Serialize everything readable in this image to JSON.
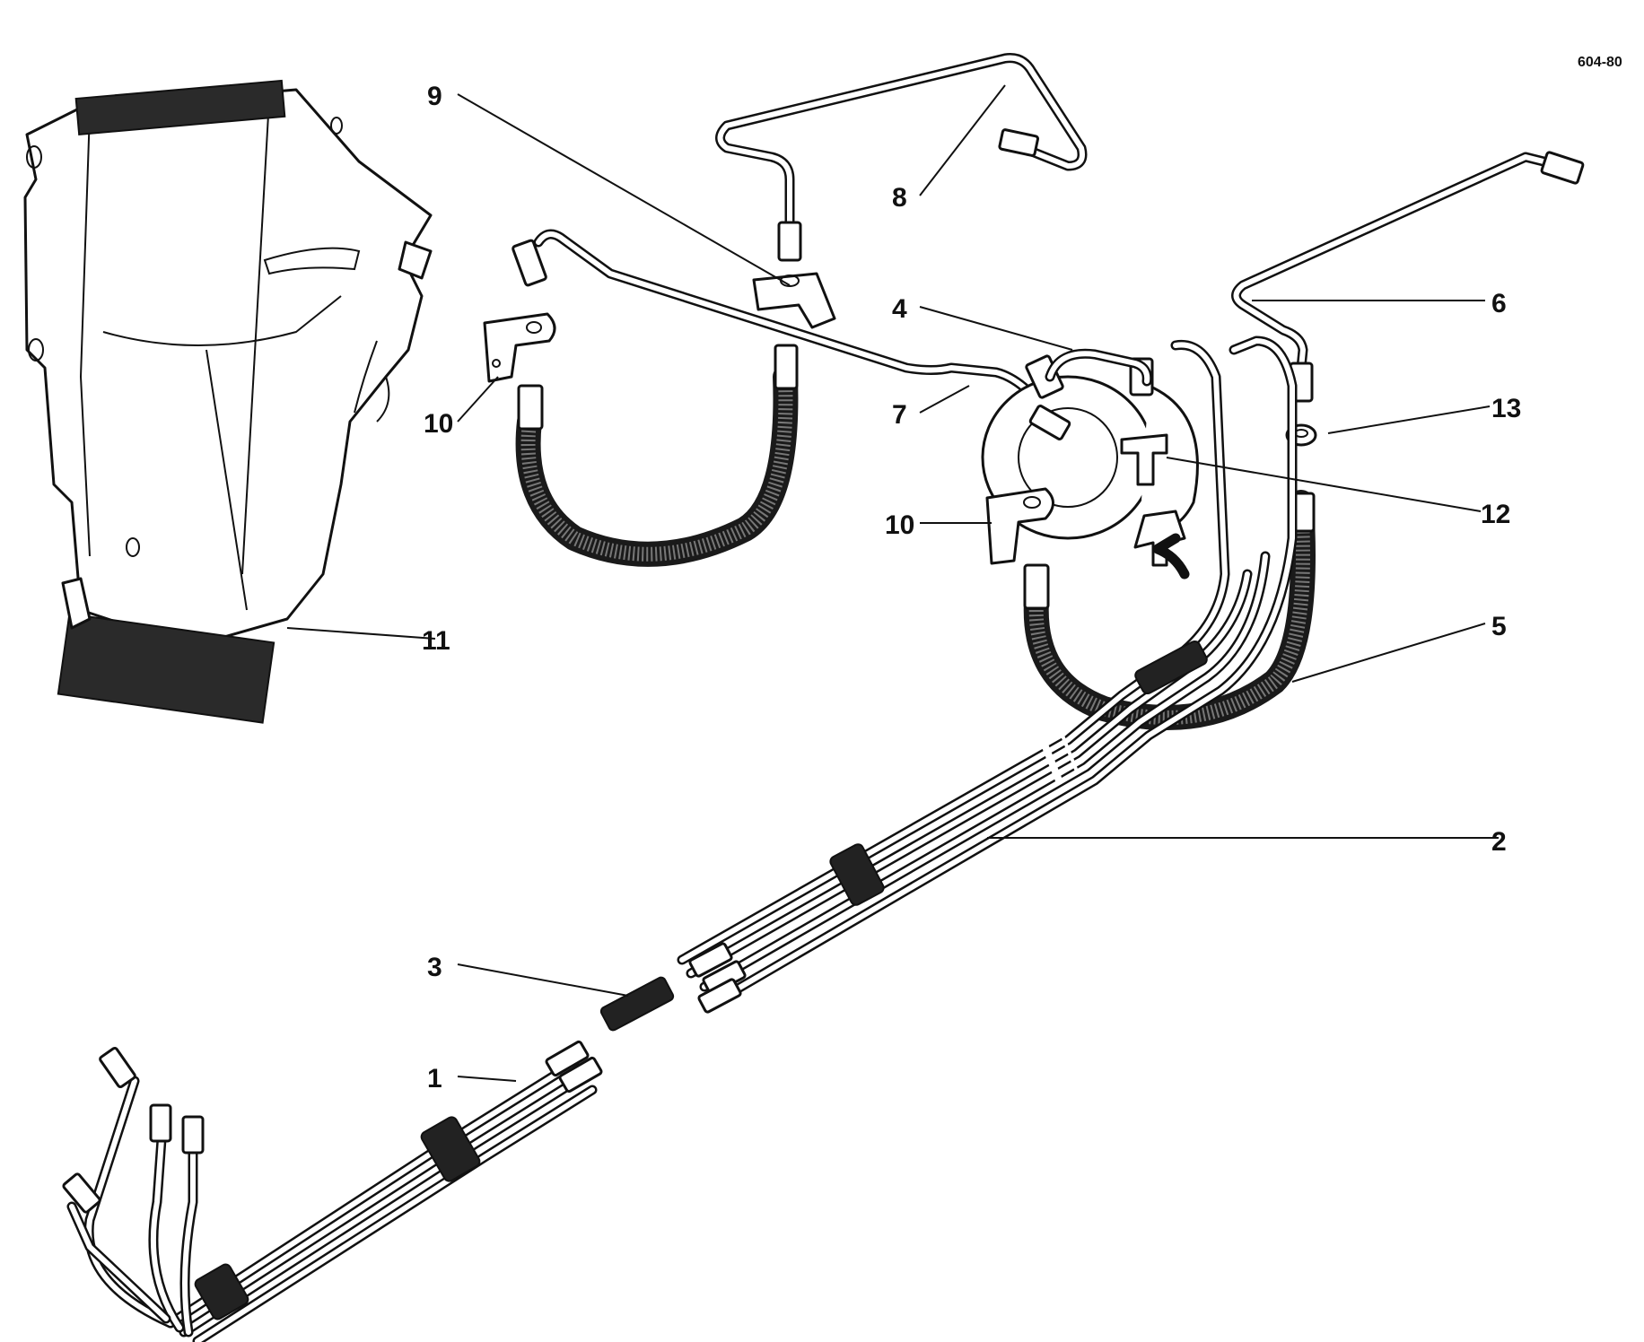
{
  "drawing": {
    "reference_code": "604-80"
  },
  "callouts": [
    {
      "id": "c1",
      "label": "1"
    },
    {
      "id": "c2",
      "label": "2"
    },
    {
      "id": "c3",
      "label": "3"
    },
    {
      "id": "c4",
      "label": "4"
    },
    {
      "id": "c5",
      "label": "5"
    },
    {
      "id": "c6",
      "label": "6"
    },
    {
      "id": "c7",
      "label": "7"
    },
    {
      "id": "c8",
      "label": "8"
    },
    {
      "id": "c9",
      "label": "9"
    },
    {
      "id": "c10a",
      "label": "10"
    },
    {
      "id": "c10b",
      "label": "10"
    },
    {
      "id": "c11",
      "label": "11"
    },
    {
      "id": "c12",
      "label": "12"
    },
    {
      "id": "c13",
      "label": "13"
    }
  ]
}
